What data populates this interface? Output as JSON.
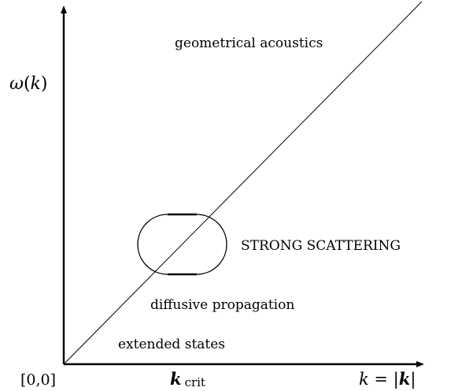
{
  "diagram": {
    "y_axis_label": {
      "prefix": "ω",
      "open": "(",
      "var": "k",
      "close": ")"
    },
    "x_axis_label": {
      "var": "k",
      "equals": " = |",
      "vector": "k",
      "close": "|"
    },
    "origin_label": "[0,0]",
    "k_crit_label": {
      "var": "k",
      "sub": "crit"
    },
    "region_labels": {
      "top": "geometrical acoustics",
      "middle": "diffusive propagation",
      "bottom": "extended states",
      "highlight": "STRONG SCATTERING"
    },
    "colors": {
      "ink": "#000000",
      "background": "#ffffff"
    }
  }
}
